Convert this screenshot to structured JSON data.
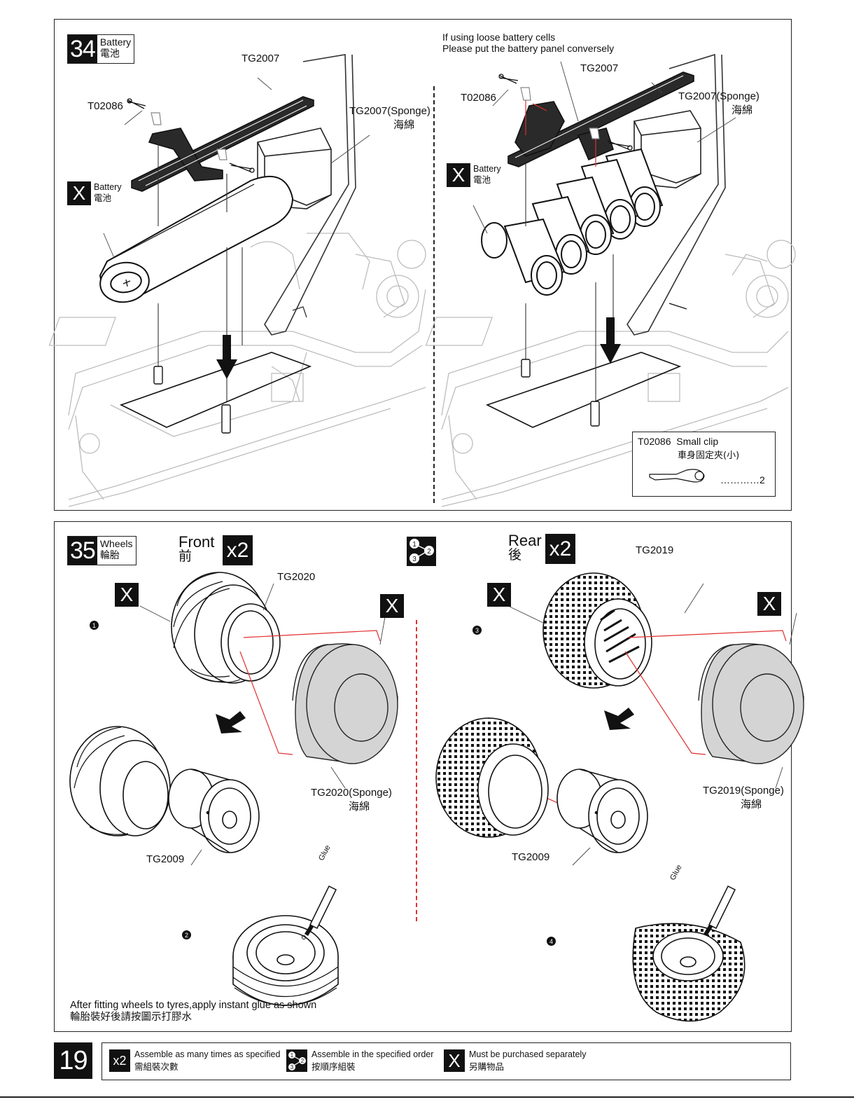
{
  "step34": {
    "number": "34",
    "title_en": "Battery",
    "title_cn": "電池",
    "left": {
      "part_plate": "TG2007",
      "part_clip": "T02086",
      "part_sponge": "TG2007(Sponge)",
      "part_sponge_cn": "海綿",
      "x_badge": "X",
      "battery_en": "Battery",
      "battery_cn": "電池"
    },
    "right": {
      "note_line1": "If using loose battery cells",
      "note_line2": "Please put the battery panel conversely",
      "part_plate": "TG2007",
      "part_clip": "T02086",
      "part_sponge": "TG2007(Sponge)",
      "part_sponge_cn": "海綿",
      "x_badge": "X",
      "battery_en": "Battery",
      "battery_cn": "電池"
    },
    "parts_box": {
      "code": "T02086",
      "name_en": "Small clip",
      "name_cn": "車身固定夾(小)",
      "qty": "…………2"
    }
  },
  "step35": {
    "number": "35",
    "title_en": "Wheels",
    "title_cn": "輪胎",
    "front_en": "Front",
    "front_cn": "前",
    "front_mult": "x2",
    "rear_en": "Rear",
    "rear_cn": "後",
    "rear_mult": "x2",
    "order_nums": [
      "1",
      "2",
      "3"
    ],
    "front_tyre": "TG2020",
    "front_sponge": "TG2020(Sponge)",
    "front_sponge_cn": "海綿",
    "front_wheel": "TG2009",
    "rear_tyre": "TG2019",
    "rear_sponge": "TG2019(Sponge)",
    "rear_sponge_cn": "海綿",
    "rear_wheel": "TG2009",
    "x_badge": "X",
    "glue": "Glue",
    "steps": [
      "1",
      "2",
      "3",
      "4"
    ],
    "note_en": "After fitting wheels to tyres,apply instant glue as shown",
    "note_cn": "輪胎裝好後請按圖示打膠水"
  },
  "footer": {
    "page": "19",
    "legend": [
      {
        "icon": "x2",
        "en": "Assemble as many times as specified",
        "cn": "需組裝次數"
      },
      {
        "icon": "order",
        "en": "Assemble in the specified order",
        "cn": "按順序組裝"
      },
      {
        "icon": "X",
        "en": "Must be purchased separately",
        "cn": "另購物品"
      }
    ],
    "order_nums": [
      "1",
      "2",
      "3"
    ]
  },
  "colors": {
    "ink": "#111111",
    "red_guide": "#e03030",
    "sponge_gray": "#d4d4d4",
    "chassis_line": "#bdbdbd"
  }
}
